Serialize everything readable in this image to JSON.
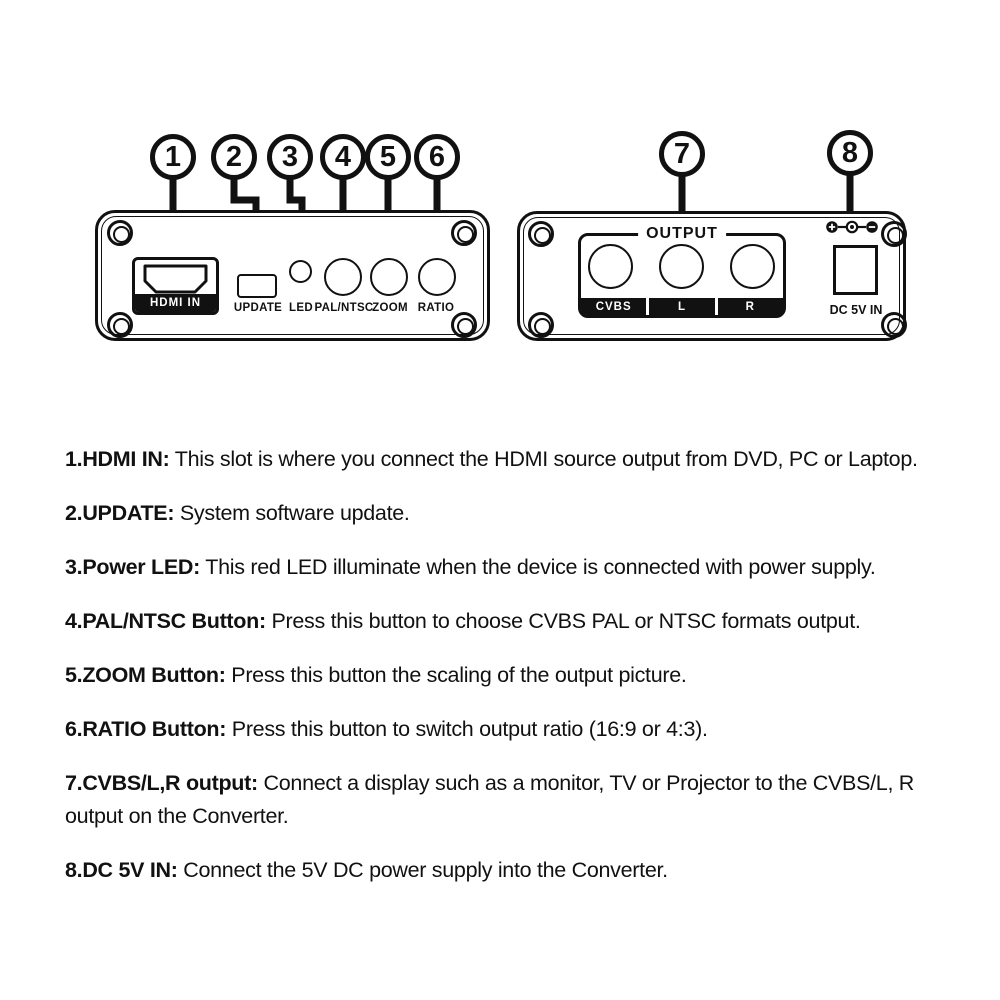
{
  "diagram": {
    "callouts": [
      {
        "num": "1"
      },
      {
        "num": "2"
      },
      {
        "num": "3"
      },
      {
        "num": "4"
      },
      {
        "num": "5"
      },
      {
        "num": "6"
      },
      {
        "num": "7"
      },
      {
        "num": "8"
      }
    ],
    "front_panel": {
      "hdmi_label": "HDMI IN",
      "update_label": "UPDATE",
      "led_label": "LED",
      "pal_ntsc_label": "PAL/NTSC",
      "zoom_label": "ZOOM",
      "ratio_label": "RATIO"
    },
    "back_panel": {
      "output_label": "OUTPUT",
      "jacks": [
        "CVBS",
        "L",
        "R"
      ],
      "dc_label": "DC 5V IN"
    },
    "colors": {
      "ink": "#111111",
      "background": "#ffffff"
    }
  },
  "descriptions": [
    {
      "label": "1.HDMI IN:",
      "text": " This slot is where you connect the HDMI source output from DVD, PC or Laptop."
    },
    {
      "label": "2.UPDATE:",
      "text": " System software update."
    },
    {
      "label": "3.Power LED:",
      "text": " This red LED illuminate when the device is connected with power supply."
    },
    {
      "label": "4.PAL/NTSC Button:",
      "text": " Press this button to choose CVBS PAL or NTSC formats output."
    },
    {
      "label": "5.ZOOM Button:",
      "text": " Press this button the scaling of the output picture."
    },
    {
      "label": "6.RATIO Button:",
      "text": " Press this button to switch output ratio (16:9 or 4:3)."
    },
    {
      "label": "7.CVBS/L,R output:",
      "text": " Connect a display such as a monitor, TV or Projector to the CVBS/L, R output on the Converter."
    },
    {
      "label": "8.DC 5V IN:",
      "text": " Connect the 5V DC power supply into the Converter."
    }
  ]
}
